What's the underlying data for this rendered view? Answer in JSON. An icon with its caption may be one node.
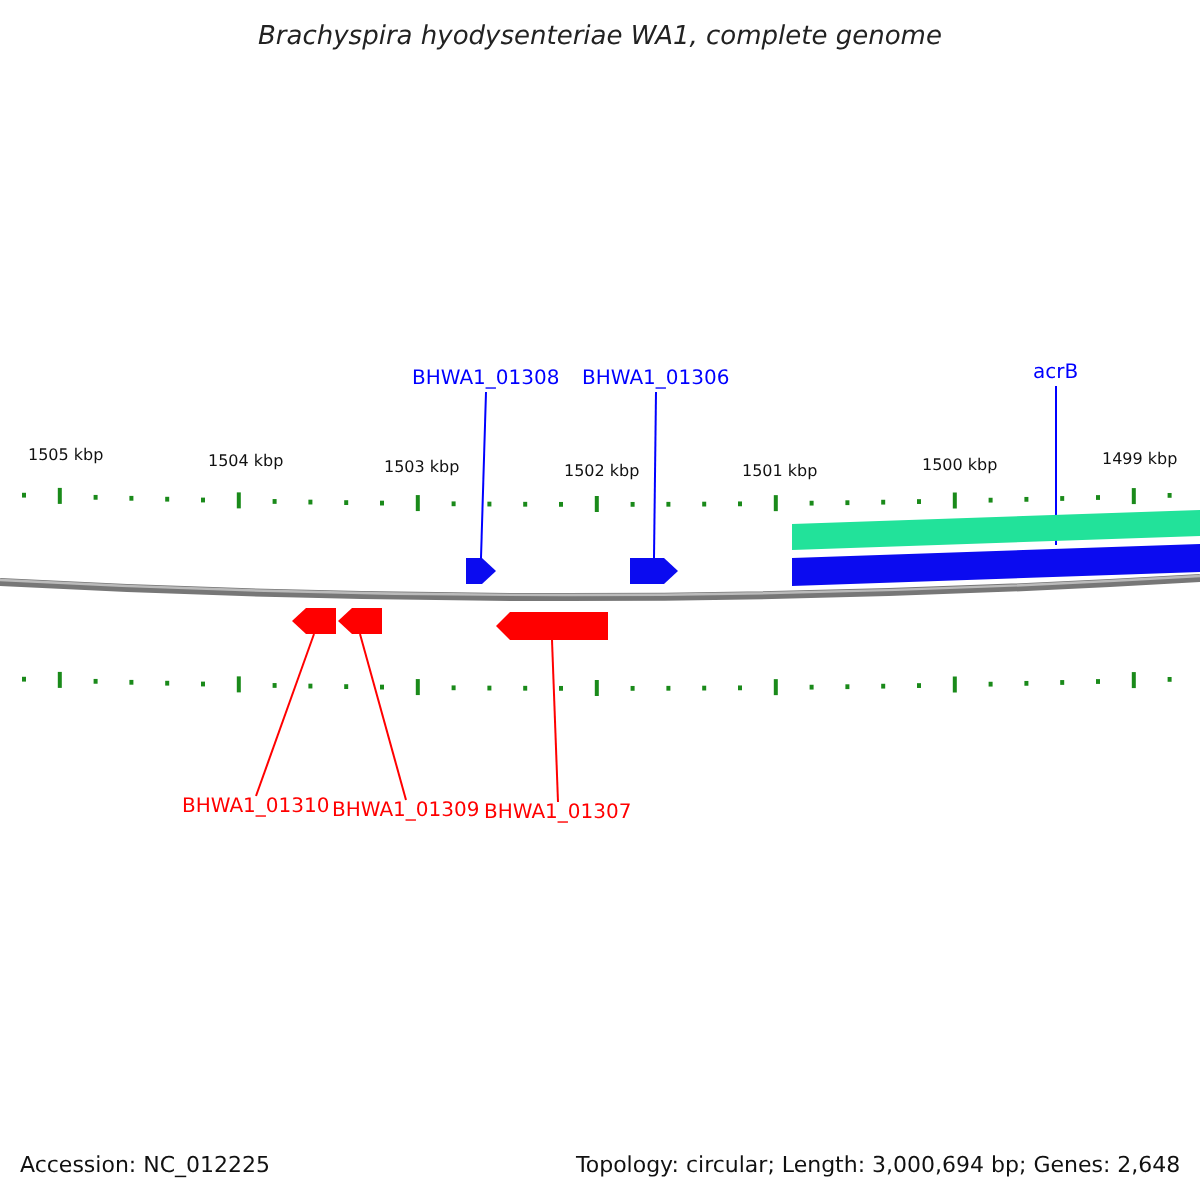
{
  "diagram": {
    "title": "Brachyspira hyodysenteriae WA1, complete genome",
    "nodes": [
      {
        "text": [
          "BHWA1_01308"
        ]
      },
      {
        "text": [
          "BHWA1_01306"
        ]
      },
      {
        "text": [
          "acrB"
        ]
      },
      {
        "text": [],
        "shape": "arrow"
      },
      {
        "text": [],
        "shape": "arrow"
      },
      {
        "text": [],
        "shape": "bar"
      },
      {
        "text": [],
        "shape": "arrow"
      },
      {
        "text": [],
        "shape": "arrow"
      },
      {
        "text": [],
        "shape": "arrow"
      },
      {
        "text": [
          "BHWA1_01310"
        ]
      },
      {
        "text": [
          "BHWA1_01309"
        ]
      },
      {
        "text": [
          "BHWA1_01307"
        ]
      },
      {
        "text": [],
        "shape": "bar"
      }
    ],
    "edges": [
      {
        "from": 0,
        "to": 3,
        "arrow": "none",
        "color": "#0000ff"
      },
      {
        "from": 1,
        "to": 4,
        "arrow": "none",
        "color": "#0000ff"
      },
      {
        "from": 2,
        "to": 5,
        "arrow": "none",
        "color": "#0000ff"
      },
      {
        "from": 9,
        "to": 6,
        "arrow": "none",
        "color": "#ff0000"
      },
      {
        "from": 10,
        "to": 7,
        "arrow": "none",
        "color": "#ff0000"
      },
      {
        "from": 11,
        "to": 8,
        "arrow": "none",
        "color": "#ff0000"
      }
    ],
    "labels": [
      "1505 kbp",
      "1504 kbp",
      "1503 kbp",
      "1502 kbp",
      "1501 kbp",
      "1500 kbp",
      "1499 kbp",
      "Accession: NC_012225",
      "Topology: circular; Length: 3,000,694 bp; Genes: 2,648"
    ]
  }
}
